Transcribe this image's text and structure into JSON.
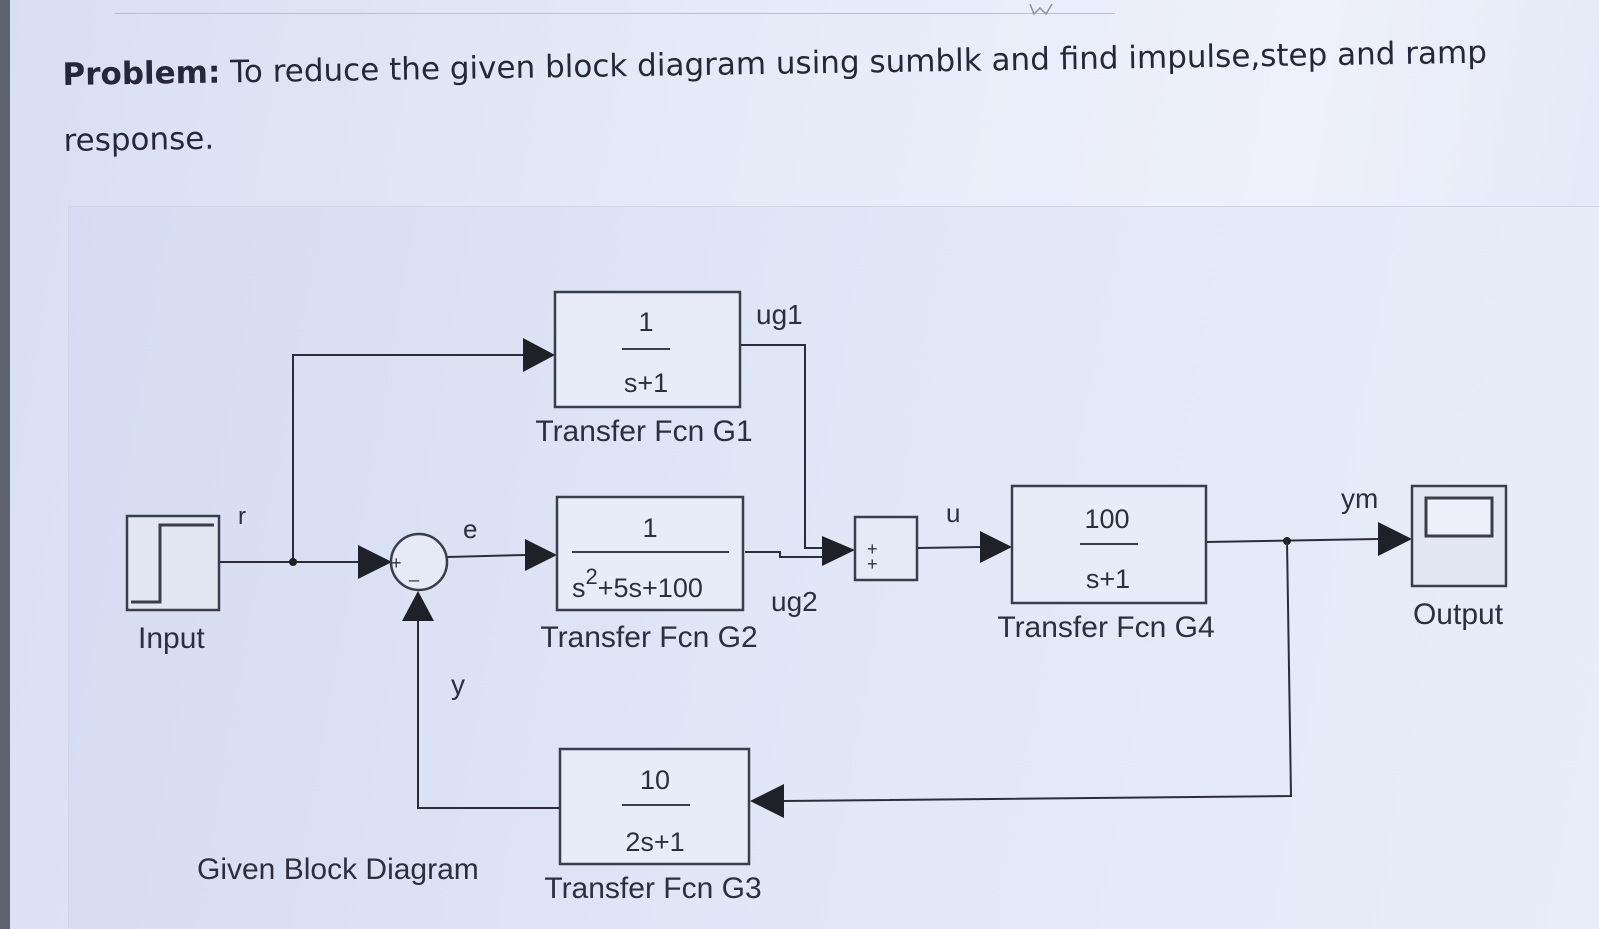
{
  "problem": {
    "label": "Problem:",
    "text": "To reduce the given block diagram using sumblk and find impulse,step and ramp response."
  },
  "diagram": {
    "caption": "Given Block Diagram",
    "signals": {
      "r": "r",
      "e": "e",
      "y": "y",
      "ug1": "ug1",
      "ug2": "ug2",
      "u": "u",
      "ym": "ym"
    },
    "blocks": {
      "input": {
        "name": "Input"
      },
      "sum1": {
        "plus": "+",
        "minus": "_"
      },
      "g1": {
        "num": "1",
        "den": "s+1",
        "name": "Transfer Fcn G1"
      },
      "g2": {
        "num": "1",
        "den_base": "s",
        "den_exp": "2",
        "den_rest": "+5s+100",
        "name": "Transfer Fcn G2"
      },
      "sum2": {
        "signs": "+\n+"
      },
      "g4": {
        "num": "100",
        "den": "s+1",
        "name": "Transfer Fcn G4"
      },
      "g3": {
        "num": "10",
        "den": "2s+1",
        "name": "Transfer Fcn G3"
      },
      "output": {
        "name": "Output"
      }
    },
    "colors": {
      "line": "#2b2e3a",
      "block_border": "#3a3d4a",
      "text": "#2c2f3d"
    }
  }
}
